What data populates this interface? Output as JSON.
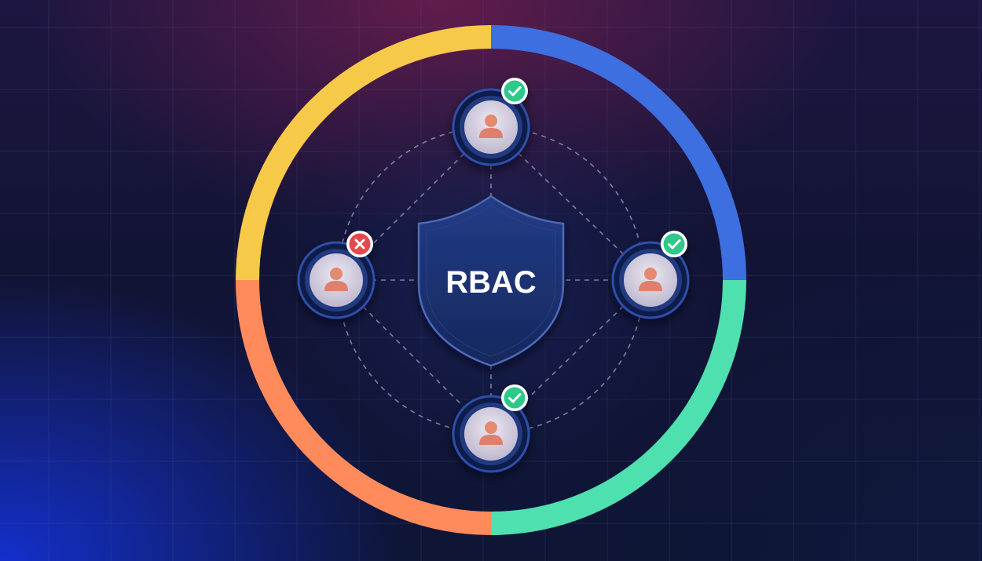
{
  "diagram": {
    "center_label": "RBAC",
    "ring_colors": {
      "top_left": "#f7c948",
      "top_right": "#3d6fe0",
      "bottom_left": "#ff8a5c",
      "bottom_right": "#4fe0b0"
    },
    "users": [
      {
        "position": "top",
        "status": "granted",
        "badge_icon": "check-icon"
      },
      {
        "position": "left",
        "status": "denied",
        "badge_icon": "cross-icon"
      },
      {
        "position": "right",
        "status": "granted",
        "badge_icon": "check-icon"
      },
      {
        "position": "bottom",
        "status": "granted",
        "badge_icon": "check-icon"
      }
    ],
    "status_colors": {
      "granted": "#2fc98a",
      "denied": "#e5484d"
    }
  }
}
